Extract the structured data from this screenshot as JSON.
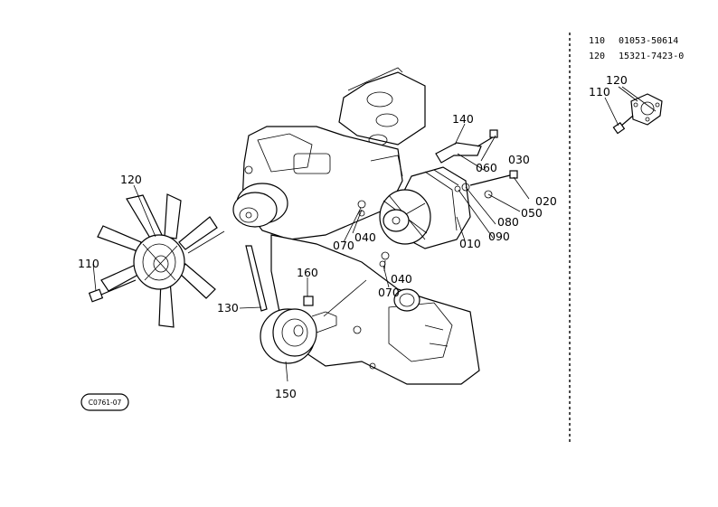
{
  "reference_table": [
    {
      "no": "110",
      "part": "01053-50614"
    },
    {
      "no": "120",
      "part": "15321-7423-0"
    }
  ],
  "callouts": {
    "c010": "010",
    "c020": "020",
    "c030": "030",
    "c040a": "040",
    "c040b": "040",
    "c050": "050",
    "c060": "060",
    "c070a": "070",
    "c070b": "070",
    "c080": "080",
    "c090": "090",
    "c110": "110",
    "c120": "120",
    "c130": "130",
    "c140": "140",
    "c150": "150",
    "c160": "160",
    "inset110": "110",
    "inset120": "120"
  },
  "figure_code": "C0761-07"
}
